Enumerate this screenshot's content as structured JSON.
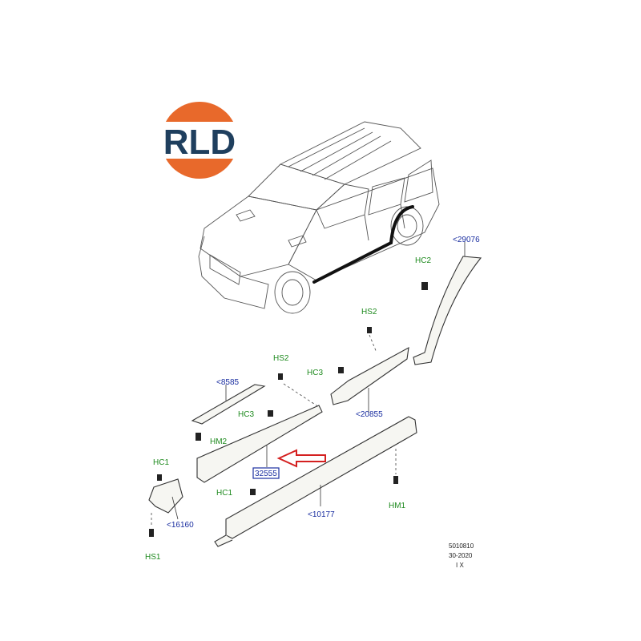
{
  "logo": {
    "text": "RLD",
    "colors": {
      "orange": "#e8692b",
      "navy": "#1f3f5e",
      "white": "#ffffff"
    }
  },
  "callouts": {
    "part_29076": "<29076",
    "part_8585": "<8585",
    "part_20855": "<20855",
    "part_10177": "<10177",
    "part_16160": "<16160",
    "part_highlight": "32555",
    "hc2": "HC2",
    "hs2_upper": "HS2",
    "hs2_lower": "HS2",
    "hc3_upper": "HC3",
    "hc3_lower": "HC3",
    "hm2": "HM2",
    "hc1_left": "HC1",
    "hc1_mid": "HC1",
    "hs1": "HS1",
    "hm1": "HM1"
  },
  "reference": {
    "line1": "5010810",
    "line2": "30-2020",
    "line3": "I X"
  },
  "colors": {
    "part_label": "#1a2ea0",
    "fixing_label": "#1e8a1e",
    "arrow": "#d42020"
  }
}
